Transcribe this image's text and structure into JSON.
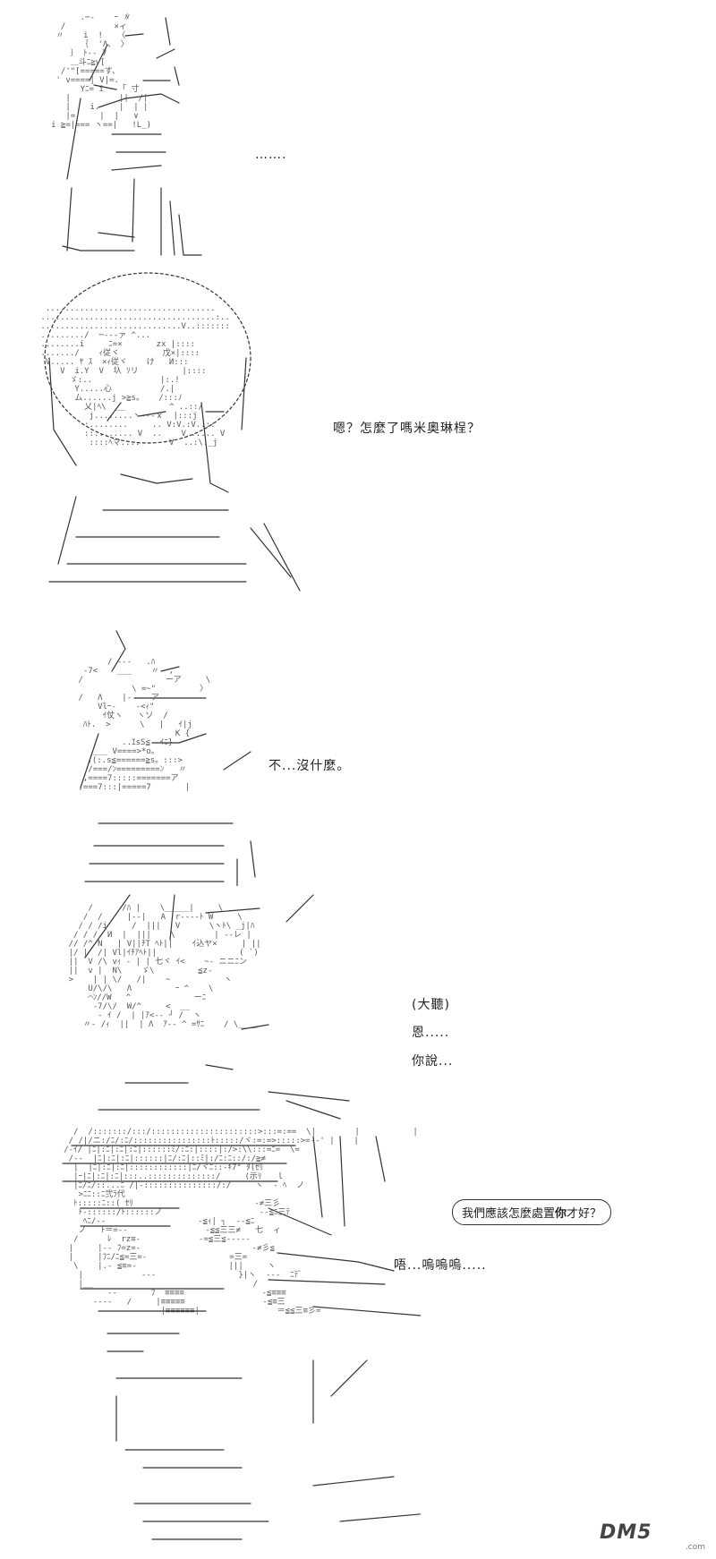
{
  "panels": [
    {
      "dialogue": [
        "……."
      ]
    },
    {
      "dialogue": [
        "嗯？怎麼了嗎米奧琳桯？"
      ]
    },
    {
      "dialogue": [
        "不...沒什麼。"
      ]
    },
    {
      "dialogue": [
        "(大聽)",
        "恩.....",
        "你說..."
      ]
    },
    {
      "bubble": {
        "before": "我們應該怎麼處置",
        "bold": "你",
        "after": "才好？"
      },
      "dialogue": [
        "唔...嗚嗚嗚....."
      ]
    }
  ],
  "watermark": {
    "logo": "DM5",
    "sub": ".com"
  }
}
